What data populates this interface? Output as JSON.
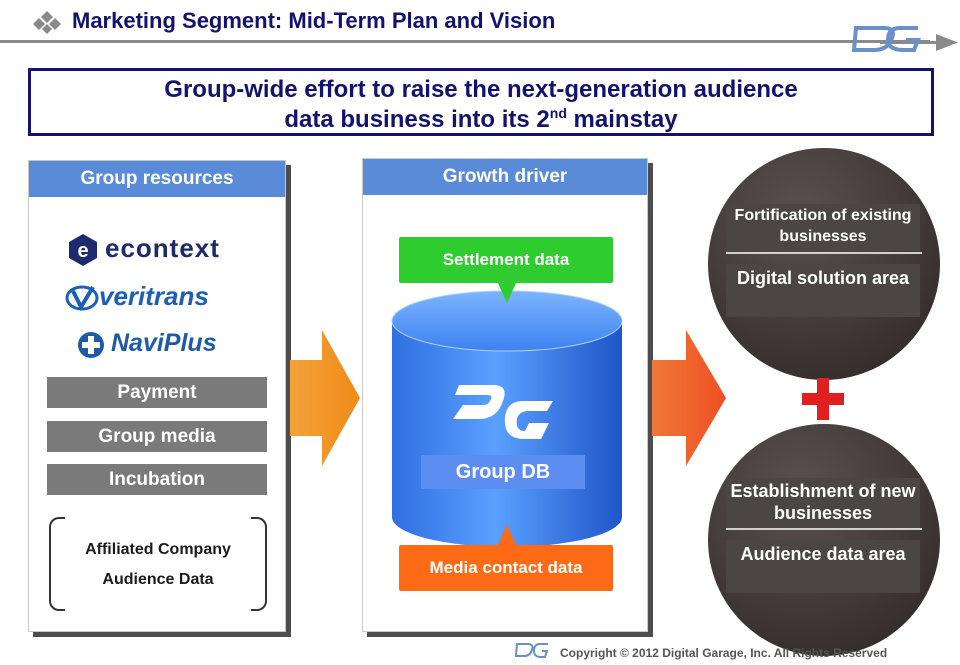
{
  "header": {
    "title": "Marketing Segment: Mid-Term Plan and Vision"
  },
  "banner": {
    "line1": "Group-wide effort to raise the next-generation audience",
    "line2_prefix": "data business into its 2",
    "line2_sup": "nd",
    "line2_suffix": " mainstay"
  },
  "resources": {
    "heading": "Group resources",
    "logos": [
      "econtext",
      "veritrans",
      "NaviPlus"
    ],
    "items": [
      "Payment",
      "Group media",
      "Incubation"
    ],
    "affiliated_line1": "Affiliated Company",
    "affiliated_line2": "Audience Data"
  },
  "growth": {
    "heading": "Growth driver",
    "top_source": "Settlement data",
    "bottom_source": "Media contact data",
    "db_label": "Group DB"
  },
  "outcomes": {
    "top_sub": "Fortification of existing businesses",
    "top_main": "Digital solution area",
    "bottom_sub": "Establishment of new businesses",
    "bottom_main": "Audience data area"
  },
  "footer": {
    "copyright": "Copyright © 2012 Digital Garage, Inc. All Rights Reserved"
  },
  "colors": {
    "navy": "#13136f",
    "panel_header": "#5a8bd8",
    "green": "#2fcc2f",
    "orange": "#ff6a16",
    "red_plus": "#e02020"
  }
}
